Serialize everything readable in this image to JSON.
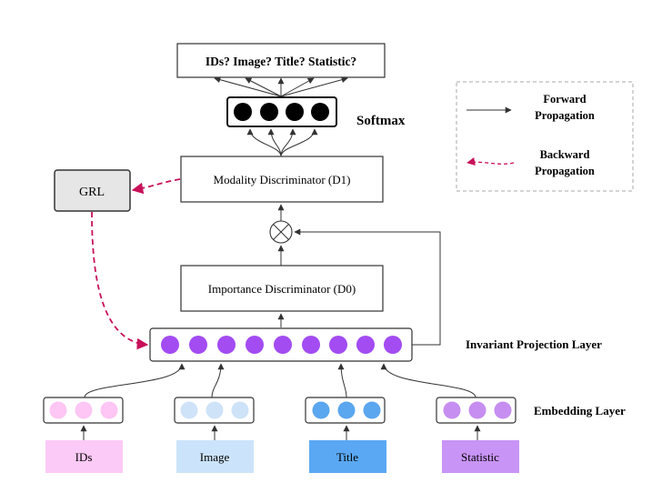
{
  "output_box": {
    "label": "IDs?  Image?  Title?  Statistic?"
  },
  "softmax": {
    "label": "Softmax"
  },
  "legend": {
    "forward_line1": "Forward",
    "forward_line2": "Propagation",
    "backward_line1": "Backward",
    "backward_line2": "Propagation"
  },
  "grl": {
    "label": "GRL"
  },
  "d1": {
    "label": "Modality Discriminator (D1)"
  },
  "d0": {
    "label": "Importance Discriminator (D0)"
  },
  "invariant_layer": {
    "label": "Invariant Projection Layer"
  },
  "embedding_layer": {
    "label": "Embedding Layer"
  },
  "inputs": [
    {
      "label": "IDs",
      "color": "#fccaf6",
      "dot": "#fdc6f4"
    },
    {
      "label": "Image",
      "color": "#cce4fb",
      "dot": "#cfe3f8"
    },
    {
      "label": "Title",
      "color": "#5aa8f3",
      "dot": "#5aa6ef"
    },
    {
      "label": "Statistic",
      "color": "#c894f5",
      "dot": "#c68ef0"
    }
  ],
  "colors": {
    "forward_arrow": "#333333",
    "backward_arrow": "#c8105a",
    "invariant_dot": "#a24cf2",
    "softmax_dot": "#000000",
    "grl_fill": "#e6e6e6"
  }
}
